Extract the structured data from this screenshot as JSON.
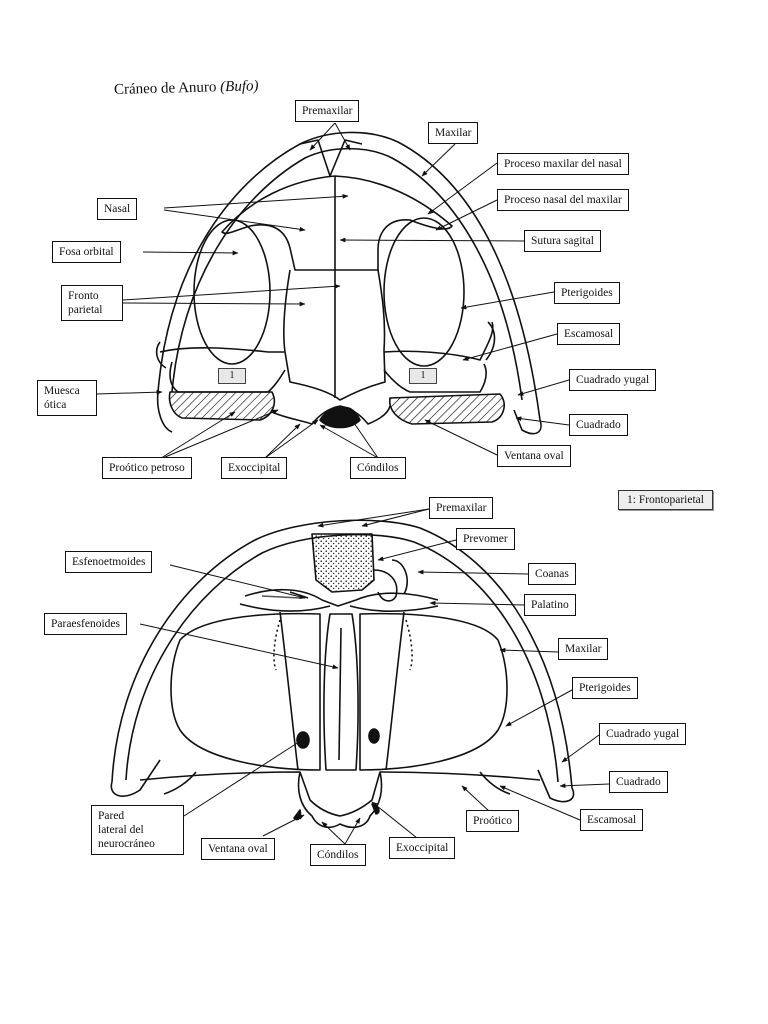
{
  "title": {
    "main": "Cráneo de Anuro",
    "genus": "(Bufo)"
  },
  "legend": "1: Frontoparietal",
  "bone_tag": "1",
  "dorsal_labels": {
    "premaxilar": "Premaxilar",
    "maxilar": "Maxilar",
    "proceso_maxilar_nasal": "Proceso maxilar del nasal",
    "proceso_nasal_maxilar": "Proceso nasal del maxilar",
    "nasal": "Nasal",
    "sutura_sagital": "Sutura sagital",
    "fosa_orbital": "Fosa orbital",
    "fronto_parietal_l1": "Fronto",
    "fronto_parietal_l2": "parietal",
    "pterigoides": "Pterigoides",
    "escamosal": "Escamosal",
    "cuadrado_yugal": "Cuadrado yugal",
    "muesca_otica_l1": "Muesca",
    "muesca_otica_l2": "ótica",
    "cuadrado": "Cuadrado",
    "ventana_oval": "Ventana oval",
    "prootico_petroso": "Proótico petroso",
    "exoccipital": "Exoccipital",
    "condilos": "Cóndilos"
  },
  "ventral_labels": {
    "premaxilar": "Premaxilar",
    "prevomer": "Prevomer",
    "esfenoetmoides": "Esfenoetmoides",
    "coanas": "Coanas",
    "palatino": "Palatino",
    "paraesfenoides": "Paraesfenoides",
    "maxilar": "Maxilar",
    "pterigoides": "Pterigoides",
    "cuadrado_yugal": "Cuadrado yugal",
    "cuadrado": "Cuadrado",
    "pared_l1": "Pared",
    "pared_l2": "lateral del",
    "pared_l3": "neurocráneo",
    "prootico": "Proótico",
    "escamosal": "Escamosal",
    "exoccipital": "Exoccipital",
    "ventana_oval": "Ventana oval",
    "condilos": "Cóndilos"
  }
}
